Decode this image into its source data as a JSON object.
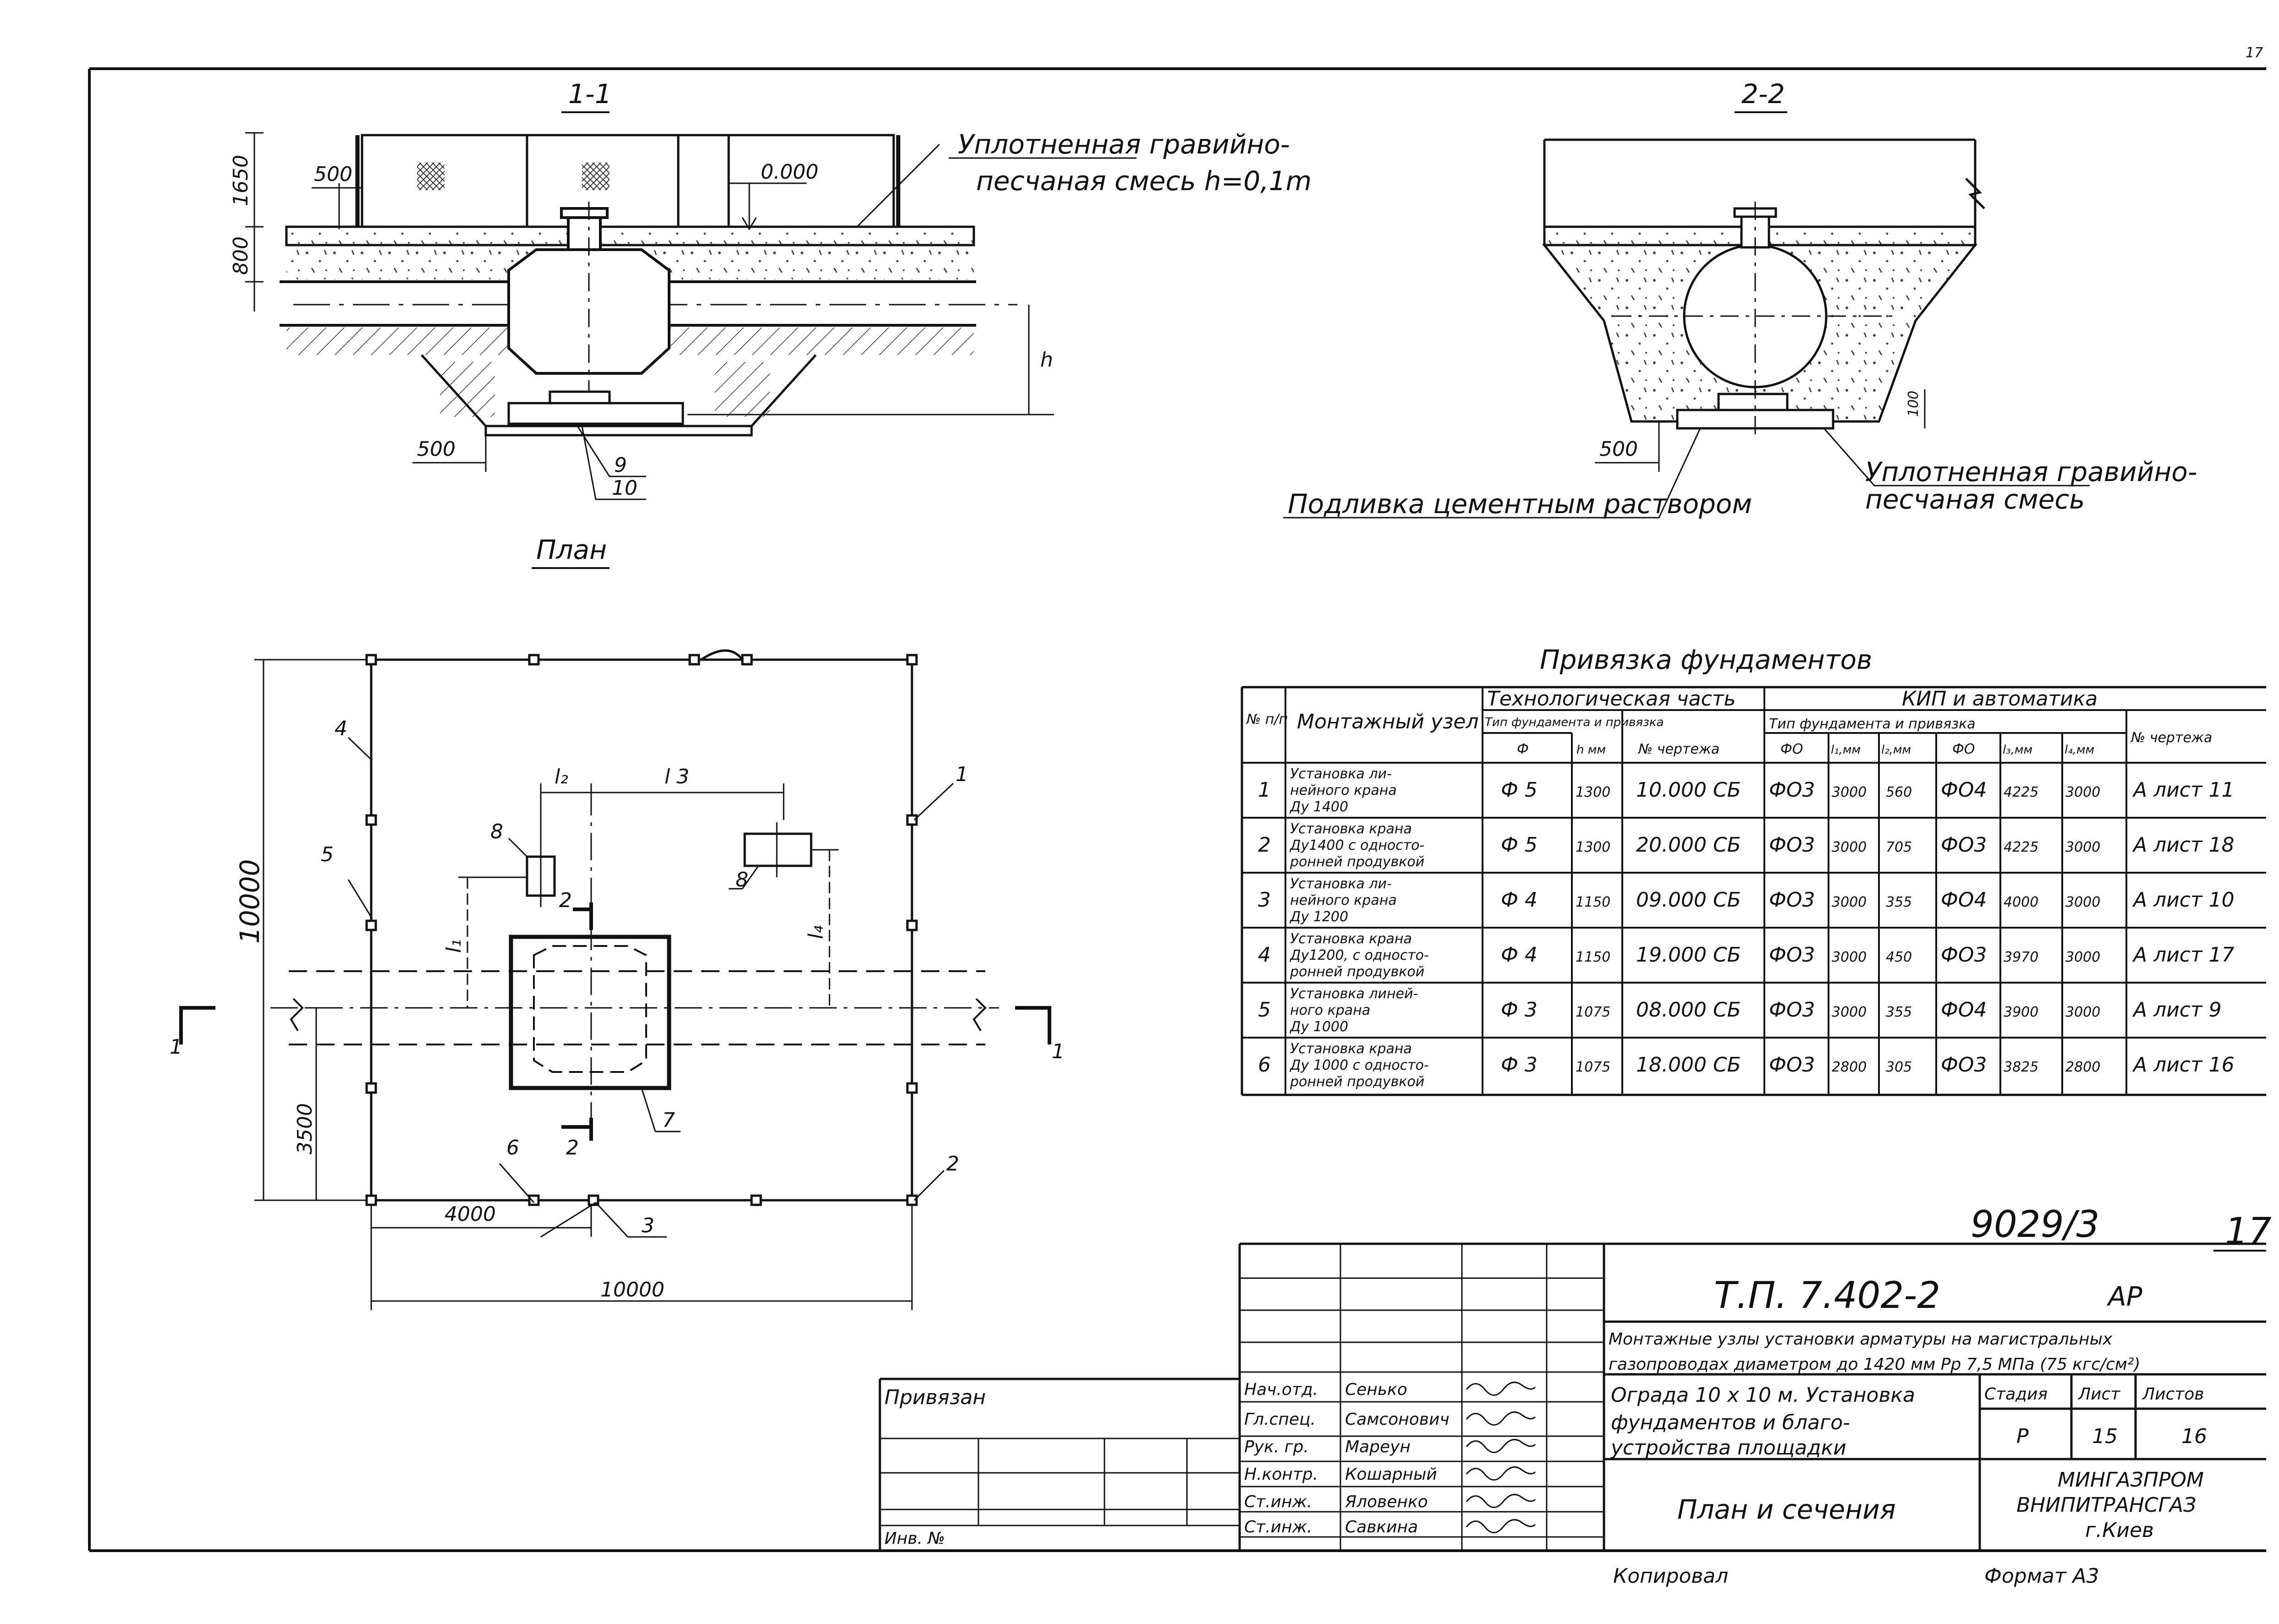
{
  "sheet_number_corner": "17",
  "section_1": {
    "title": "1-1",
    "dim_height_top": "1650",
    "dim_height_bottom": "800",
    "dim_500_top": "500",
    "level_mark": "0.000",
    "label_gravel_line1": "Уплотненная гравийно-",
    "label_gravel_line2": "песчаная  смесь h=0,1m",
    "dim_h": "h",
    "dim_500_bottom": "500",
    "callout_9": "9",
    "callout_10": "10"
  },
  "section_2": {
    "title": "2-2",
    "dim_500": "500",
    "dim_100": "100",
    "label_grout": "Подливка цементным раствором",
    "label_gravel_line1": "Уплотненная гравийно-",
    "label_gravel_line2": "песчаная  смесь"
  },
  "plan": {
    "title": "План",
    "dim_10000_vertical": "10000",
    "dim_3500": "3500",
    "dim_4000": "4000",
    "dim_10000_horizontal": "10000",
    "label_l2": "l₂",
    "label_l3": "l 3",
    "label_l1": "l₁",
    "label_l4": "l₄",
    "section_mark_1": "1",
    "section_mark_2": "2",
    "callouts": [
      "1",
      "2",
      "3",
      "4",
      "5",
      "6",
      "7",
      "8"
    ]
  },
  "foundation_table": {
    "title": "Привязка  фундаментов",
    "header": {
      "num": "№ п/п",
      "node": "Монтажный узел",
      "tech": "Технологическая часть",
      "kip": "КИП и автоматика",
      "tech_type": "Тип фундамента и привязка",
      "tech_f": "Ф",
      "tech_h": "h мм",
      "tech_drawing": "№ чертежа",
      "kip_type": "Тип фундамента и привязка",
      "kip_f0": "ФО",
      "kip_l1": "l₁,мм",
      "kip_l2": "l₂,мм",
      "kip_f0b": "ФО",
      "kip_l3": "l₃,мм",
      "kip_l4": "l₄,мм",
      "kip_drawing": "№ чертежа"
    },
    "rows": [
      {
        "n": "1",
        "node": [
          "Установка ли-",
          "нейного крана",
          "Ду 1400"
        ],
        "f": "Ф 5",
        "h": "1300",
        "dwg": "10.000 СБ",
        "f0": "ФО3",
        "l1": "3000",
        "l2": "560",
        "f0b": "ФО4",
        "l3": "4225",
        "l4": "3000",
        "kip_dwg": "А лист 11"
      },
      {
        "n": "2",
        "node": [
          "Установка крана",
          "Ду1400 с односто-",
          "ронней продувкой"
        ],
        "f": "Ф 5",
        "h": "1300",
        "dwg": "20.000 СБ",
        "f0": "ФО3",
        "l1": "3000",
        "l2": "705",
        "f0b": "ФО3",
        "l3": "4225",
        "l4": "3000",
        "kip_dwg": "А лист 18"
      },
      {
        "n": "3",
        "node": [
          "Установка ли-",
          "нейного крана",
          "Ду 1200"
        ],
        "f": "Ф 4",
        "h": "1150",
        "dwg": "09.000 СБ",
        "f0": "ФО3",
        "l1": "3000",
        "l2": "355",
        "f0b": "ФО4",
        "l3": "4000",
        "l4": "3000",
        "kip_dwg": "А лист 10"
      },
      {
        "n": "4",
        "node": [
          "Установка крана",
          "Ду1200, с односто-",
          "ронней продувкой"
        ],
        "f": "Ф 4",
        "h": "1150",
        "dwg": "19.000 СБ",
        "f0": "ФО3",
        "l1": "3000",
        "l2": "450",
        "f0b": "ФО3",
        "l3": "3970",
        "l4": "3000",
        "kip_dwg": "А лист 17"
      },
      {
        "n": "5",
        "node": [
          "Установка линей-",
          "ного крана",
          "Ду 1000"
        ],
        "f": "Ф 3",
        "h": "1075",
        "dwg": "08.000 СБ",
        "f0": "ФО3",
        "l1": "3000",
        "l2": "355",
        "f0b": "ФО4",
        "l3": "3900",
        "l4": "3000",
        "kip_dwg": "А лист 9"
      },
      {
        "n": "6",
        "node": [
          "Установка крана",
          "Ду 1000 с односто-",
          "ронней продувкой"
        ],
        "f": "Ф 3",
        "h": "1075",
        "dwg": "18.000 СБ",
        "f0": "ФО3",
        "l1": "2800",
        "l2": "305",
        "f0b": "ФО3",
        "l3": "3825",
        "l4": "2800",
        "kip_dwg": "А лист 16"
      }
    ]
  },
  "album_number": "9029/3",
  "album_page": "17",
  "title_block": {
    "project": "Т.П. 7.402-2",
    "mark": "АР",
    "description_line1": "Монтажные узлы установки арматуры на магистральных",
    "description_line2": "газопроводах диаметром до 1420 мм Рр 7,5 МПа (75 кгс/см²)",
    "sheet_title_line1": "Ограда 10 х 10 м. Установка",
    "sheet_title_line2": "фундаментов и благо-",
    "sheet_title_line3": "устройства площадки",
    "stage_label": "Стадия",
    "sheet_label": "Лист",
    "sheets_label": "Листов",
    "stage": "Р",
    "sheet": "15",
    "sheets": "16",
    "drawing_name": "План и сечения",
    "org_line1": "МИНГАЗПРОМ",
    "org_line2": "ВНИПИТРАНСГАЗ",
    "org_line3": "г.Киев",
    "bound_label": "Привязан",
    "inv_label": "Инв. №",
    "roles": [
      {
        "role": "Нач.отд.",
        "name": "Сенько"
      },
      {
        "role": "Гл.спец.",
        "name": "Самсонович"
      },
      {
        "role": "Рук. гр.",
        "name": "Мареун"
      },
      {
        "role": "Н.контр.",
        "name": "Кошарный"
      },
      {
        "role": "Ст.инж.",
        "name": "Яловенко"
      },
      {
        "role": "Ст.инж.",
        "name": "Савкина"
      }
    ],
    "copied_label": "Копировал",
    "format_label": "Формат А3"
  }
}
